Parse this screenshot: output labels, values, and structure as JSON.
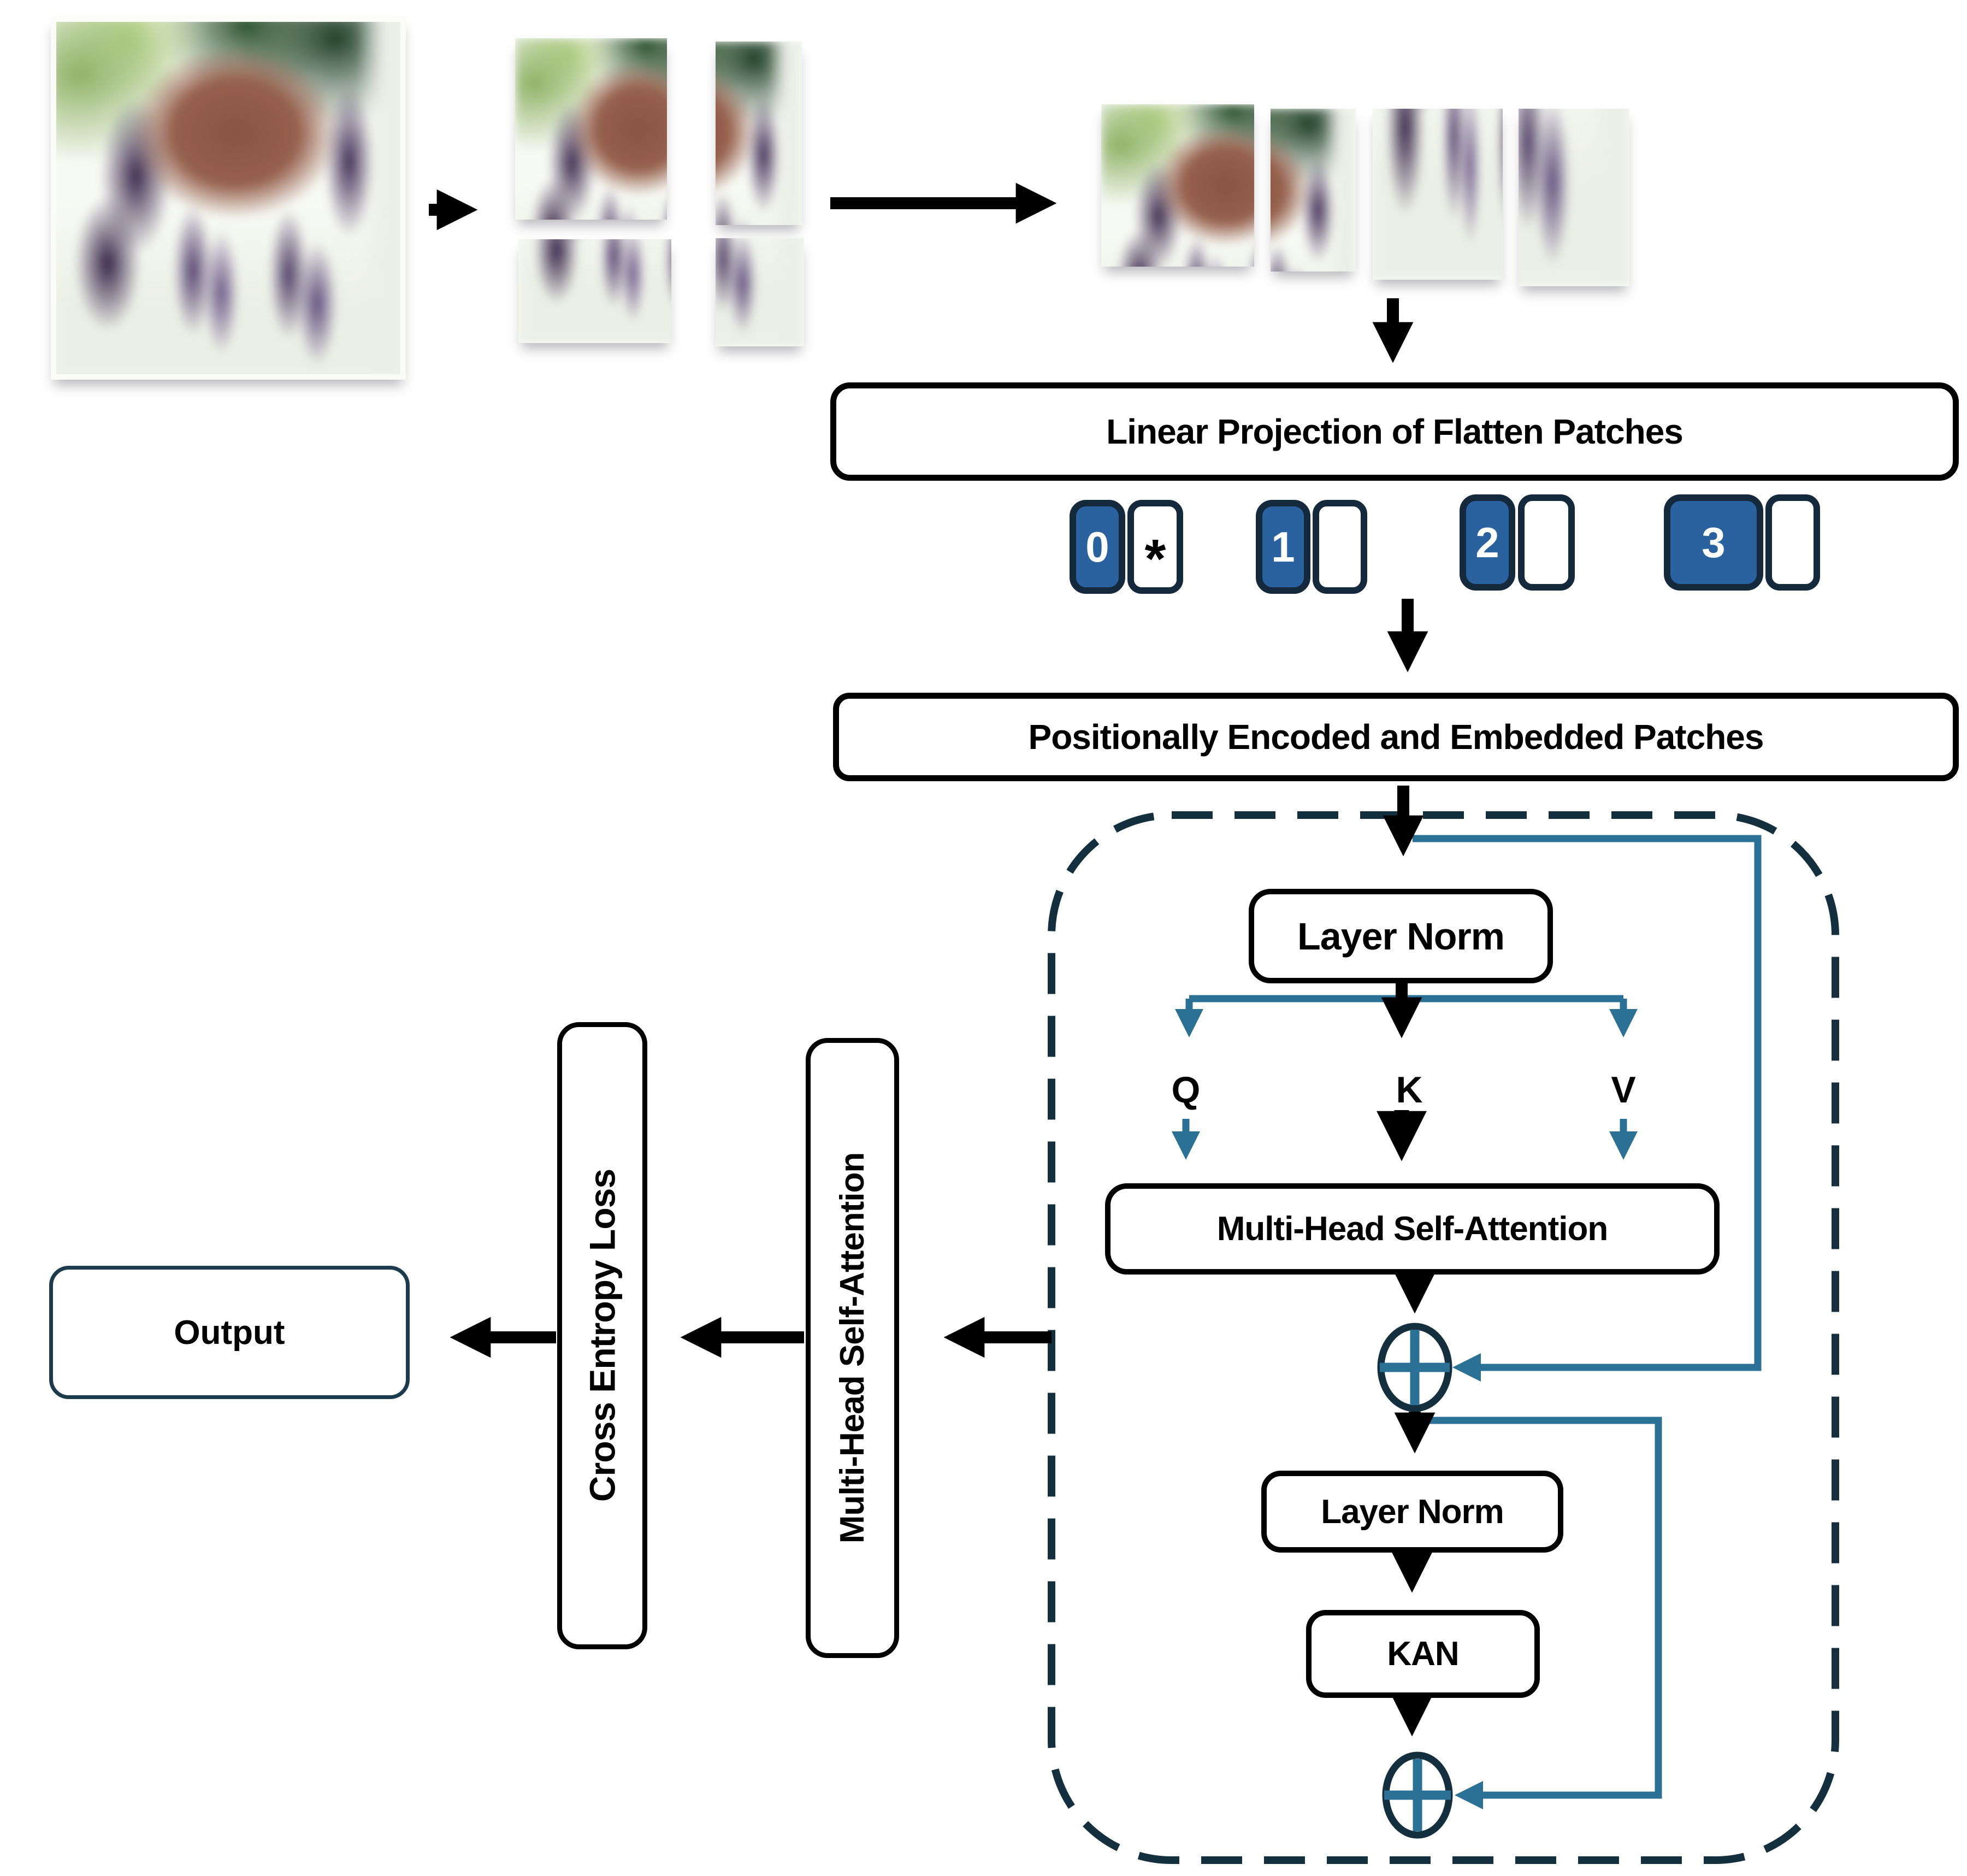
{
  "pipeline": {
    "linear_projection": "Linear Projection of Flatten Patches",
    "positional": "Positionally Encoded and Embedded Patches"
  },
  "encoder": {
    "layer_norm_1": "Layer Norm",
    "mhsa": "Multi-Head Self-Attention",
    "layer_norm_2": "Layer Norm",
    "kan": "KAN"
  },
  "qkv": {
    "q": "Q",
    "k": "K",
    "v": "V"
  },
  "tokens": [
    {
      "label": "0",
      "slot": "*"
    },
    {
      "label": "1",
      "slot": ""
    },
    {
      "label": "2",
      "slot": ""
    },
    {
      "label": "3",
      "slot": ""
    }
  ],
  "head": {
    "mhsa_vertical": "Multi-Head Self-Attention",
    "cross_entropy": "Cross Entropy Loss",
    "output": "Output"
  },
  "colors": {
    "token_blue": "#2a62a0",
    "teal": "#2b7095",
    "dark_navy": "#14303e",
    "arrow_black": "#000000"
  }
}
